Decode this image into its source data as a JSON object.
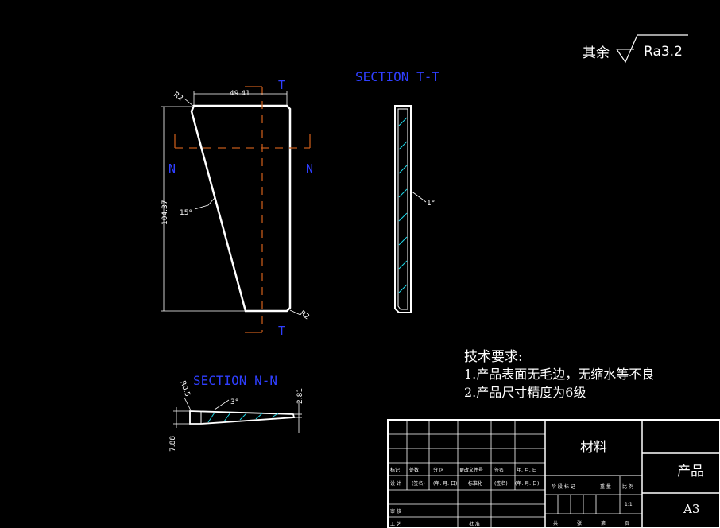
{
  "surface_note": {
    "prefix": "其余",
    "value": "Ra3.2"
  },
  "views": {
    "main": {
      "dims": {
        "width": "49.41",
        "height": "104.37",
        "angle": "15°",
        "r_top": "R2",
        "r_bottom": "R2"
      },
      "markers": {
        "t_top": "T",
        "t_bottom": "T",
        "n_left": "N",
        "n_right": "N"
      }
    },
    "section_tt": {
      "title": "SECTION T-T",
      "angle": "1°"
    },
    "section_nn": {
      "title": "SECTION N-N",
      "dims": {
        "radius": "R0.5",
        "angle": "3°",
        "thick_left": "7.88",
        "thick_right": "2.81"
      }
    }
  },
  "tech_requirements": {
    "title": "技术要求:",
    "items": [
      "1.产品表面无毛边，无缩水等不良",
      "2.产品尺寸精度为6级"
    ]
  },
  "title_block": {
    "material_label": "材料",
    "product_label": "产品",
    "size": "A3",
    "scale": "1:1",
    "row_labels": {
      "biaoji": "标记",
      "chushu": "处数",
      "fenqu": "分 区",
      "gengai": "更改文件号",
      "qianming": "签名",
      "nianyueri": "年. 月. 日",
      "sheji": "设 计",
      "qianming2": "(签名)",
      "nianyueri2": "(年. 月. 日)",
      "biaozhunhua": "标准化",
      "qianming3": "(签名)",
      "nianyueri3": "(年. 月. 日)",
      "shenhe": "审 核",
      "gongyi": "工 艺",
      "pizhun": "批 准"
    },
    "stage_labels": {
      "jieduan": "阶 段 标 记",
      "zhongliang": "重 量",
      "bili": "比 例",
      "gong": "共",
      "zhang": "张",
      "di": "第",
      "ye": "页"
    }
  }
}
